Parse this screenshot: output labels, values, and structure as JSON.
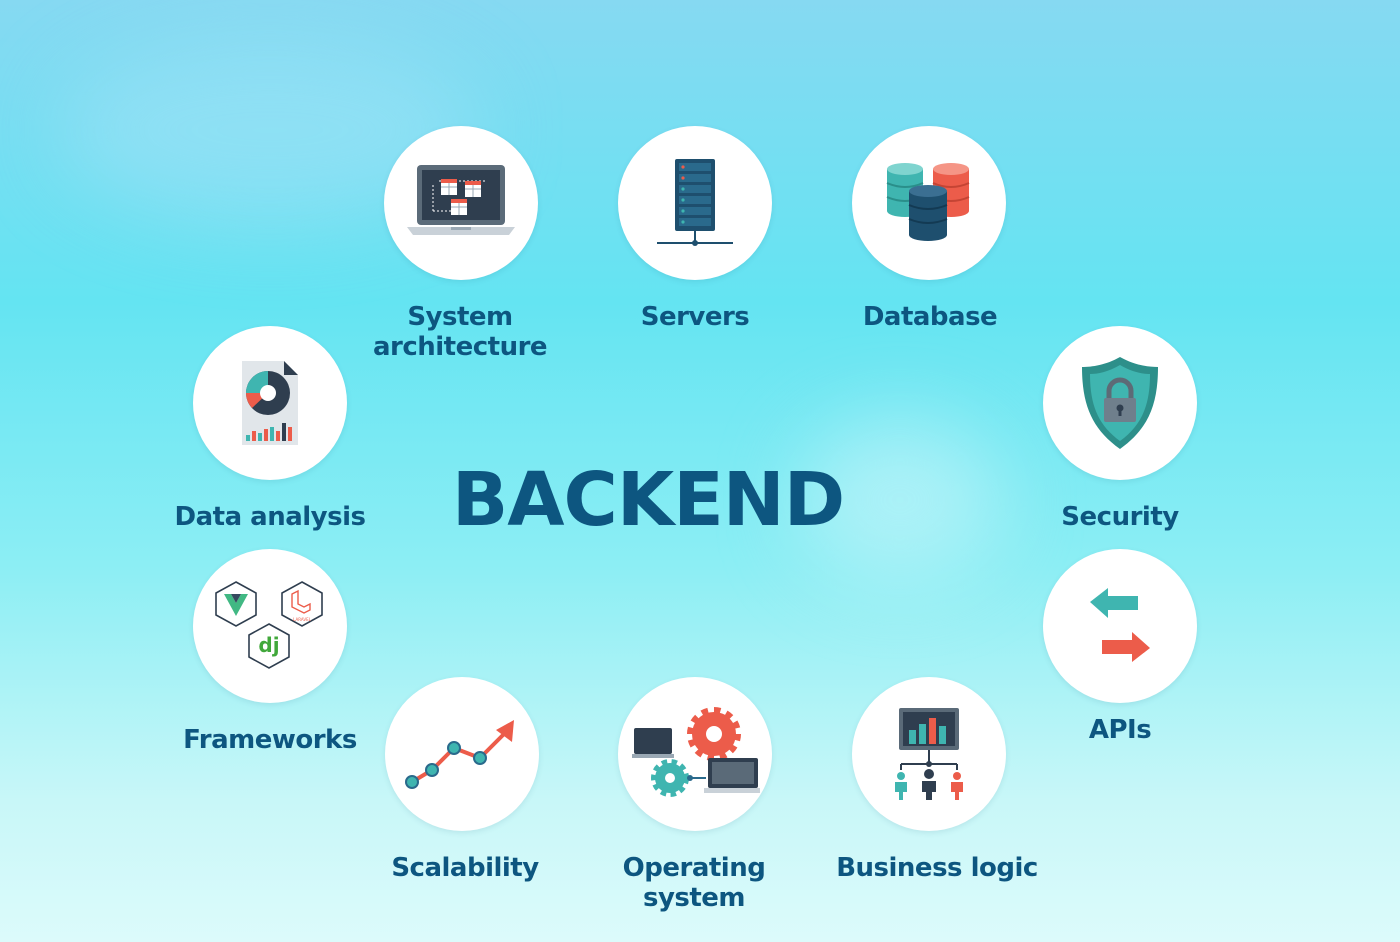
{
  "title": "BACKEND",
  "nodes": {
    "system_architecture": {
      "line1": "System",
      "line2": "architecture",
      "icon": "laptop-blueprint-icon"
    },
    "servers": {
      "label": "Servers",
      "icon": "server-rack-icon"
    },
    "database": {
      "label": "Database",
      "icon": "database-stacks-icon"
    },
    "data_analysis": {
      "label": "Data analysis",
      "icon": "report-chart-icon"
    },
    "security": {
      "label": "Security",
      "icon": "shield-lock-icon"
    },
    "frameworks": {
      "label": "Frameworks",
      "icon": "framework-logos-icon"
    },
    "apis": {
      "label": "APIs",
      "icon": "exchange-arrows-icon"
    },
    "scalability": {
      "label": "Scalability",
      "icon": "growth-trend-icon"
    },
    "operating_system": {
      "line1": "Operating",
      "line2": "system",
      "icon": "gears-computers-icon"
    },
    "business_logic": {
      "label": "Business logic",
      "icon": "org-chart-icon"
    }
  },
  "framework_logo_text": {
    "django": "dj",
    "laravel": "LARAVEL"
  },
  "colors": {
    "label": "#0d5680",
    "navy": "#1e4f6e",
    "teal": "#3fb5b0",
    "coral": "#ec5c4a",
    "slate": "#2f3e4f"
  }
}
